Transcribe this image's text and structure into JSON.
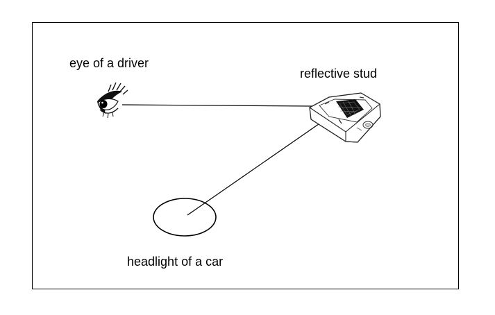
{
  "labels": {
    "eye": "eye of a driver",
    "stud": "reflective stud",
    "headlight": "headlight of a car"
  },
  "icons": {
    "eye": "eye-icon",
    "stud": "reflective-stud-icon"
  },
  "colors": {
    "line": "#000000",
    "background": "#ffffff"
  }
}
